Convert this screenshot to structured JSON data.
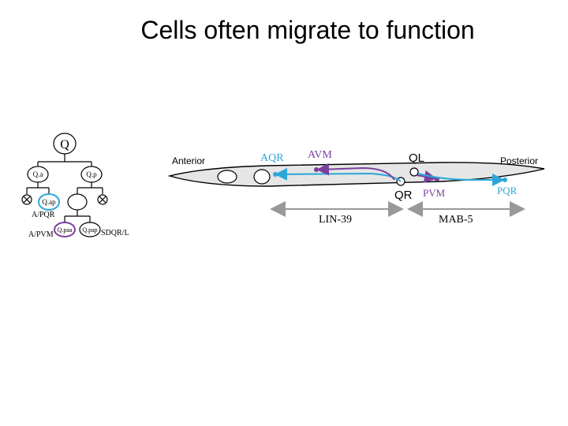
{
  "slide": {
    "title": "Cells often migrate to function"
  },
  "lineage": {
    "root": "Q",
    "left": "Q.a",
    "right": "Q.p",
    "ap": "Q.ap",
    "ap_fate": "A/PQR",
    "paa": "Q.paa",
    "pap": "Q.pap",
    "paa_fate": "A/PVM",
    "pap_fate": "SDQR/L"
  },
  "worm": {
    "anterior": "Anterior",
    "posterior": "Posterior",
    "aqr": "AQR",
    "avm": "AVM",
    "ql": "QL",
    "qr": "QR",
    "pvm": "PVM",
    "pqr": "PQR",
    "lin39": "LIN-39",
    "mab5": "MAB-5"
  },
  "colors": {
    "blue": "#2aa7d8",
    "purple": "#7b3f9e",
    "gray": "#999999",
    "worm_fill": "#e6e6e6"
  }
}
